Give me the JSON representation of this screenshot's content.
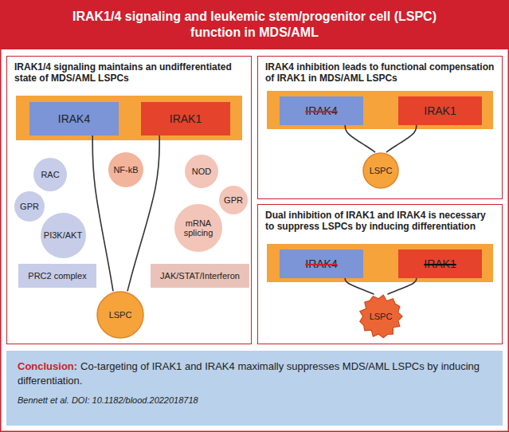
{
  "diagram": {
    "title": "IRAK1/4 signaling and leukemic stem/progenitor cell (LSPC) function in MDS/AML",
    "nodes": [
      {
        "text": [
          "IRAK1/4 signaling maintains an undifferentiated state of MDS/AML LSPCs"
        ]
      },
      {
        "text": [
          "IRAK4"
        ],
        "in": 0
      },
      {
        "text": [
          "IRAK1"
        ],
        "in": 0
      },
      {
        "text": [
          "RAC"
        ],
        "in": 0
      },
      {
        "text": [
          "NF-kB"
        ],
        "in": 0
      },
      {
        "text": [
          "NOD"
        ],
        "in": 0
      },
      {
        "text": [
          "GPR"
        ],
        "in": 0
      },
      {
        "text": [
          "GPR"
        ],
        "in": 0
      },
      {
        "text": [
          "PI3K/AKT"
        ],
        "in": 0
      },
      {
        "text": [
          "mRNA splicing"
        ],
        "in": 0
      },
      {
        "text": [
          "PRC2 complex"
        ],
        "in": 0
      },
      {
        "text": [
          "JAK/STAT/Interferon"
        ],
        "in": 0
      },
      {
        "text": [
          "LSPC"
        ],
        "in": 0
      },
      {
        "text": [
          "IRAK4 inhibition leads to functional compensation of IRAK1 in MDS/AML LSPCs"
        ]
      },
      {
        "text": [
          "IRAK4"
        ],
        "in": 13
      },
      {
        "text": [
          "IRAK1"
        ],
        "in": 13
      },
      {
        "text": [
          "LSPC"
        ],
        "in": 13
      },
      {
        "text": [
          "Dual inhibition of IRAK1 and IRAK4 is necessary to suppress LSPCs by inducing differentiation"
        ]
      },
      {
        "text": [
          "IRAK4"
        ],
        "in": 17
      },
      {
        "text": [
          "IRAK1"
        ],
        "in": 17
      },
      {
        "text": [
          "LSPC"
        ],
        "in": 17
      },
      {
        "text": [
          "Conclusion:",
          "Co-targeting of IRAK1 and IRAK4 maximally suppresses MDS/AML LSPCs by inducing differentiation.",
          "Bennett et al. DOI: 10.1182/blood.2022018718"
        ]
      }
    ],
    "edges": [
      {
        "from": 1,
        "to": 12,
        "arrow": "none"
      },
      {
        "from": 2,
        "to": 12,
        "arrow": "none"
      },
      {
        "from": 14,
        "to": 16,
        "arrow": "none"
      },
      {
        "from": 15,
        "to": 16,
        "arrow": "none"
      },
      {
        "from": 18,
        "to": 20,
        "arrow": "none"
      },
      {
        "from": 19,
        "to": 20,
        "arrow": "none"
      }
    ]
  }
}
